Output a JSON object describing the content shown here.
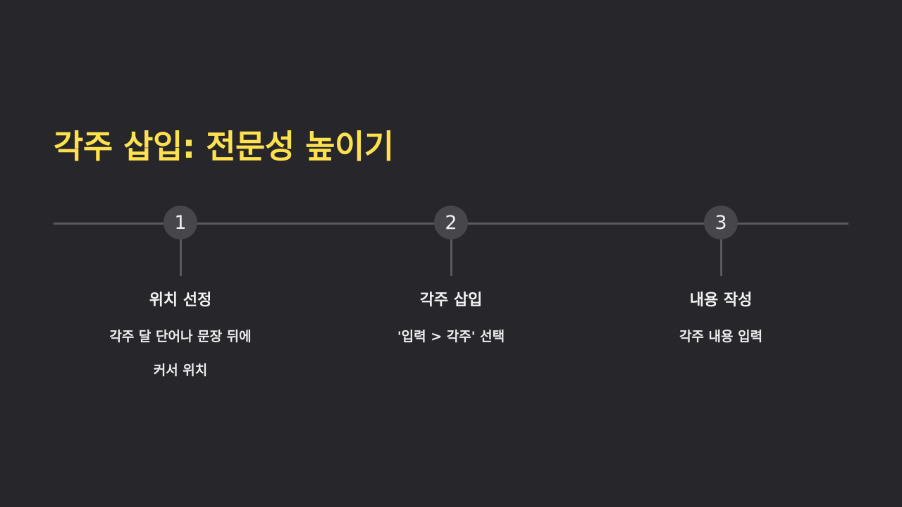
{
  "slide": {
    "title": "각주 삽입: 전문성 높이기",
    "title_color": "#ffe14d"
  },
  "steps": [
    {
      "number": "1",
      "title": "위치 선정",
      "desc_lines": [
        "각주 달 단어나 문장 뒤에",
        "커서 위치"
      ]
    },
    {
      "number": "2",
      "title": "각주 삽입",
      "desc_lines": [
        "'입력 > 각주' 선택"
      ]
    },
    {
      "number": "3",
      "title": "내용 작성",
      "desc_lines": [
        "각주 내용 입력"
      ]
    }
  ]
}
